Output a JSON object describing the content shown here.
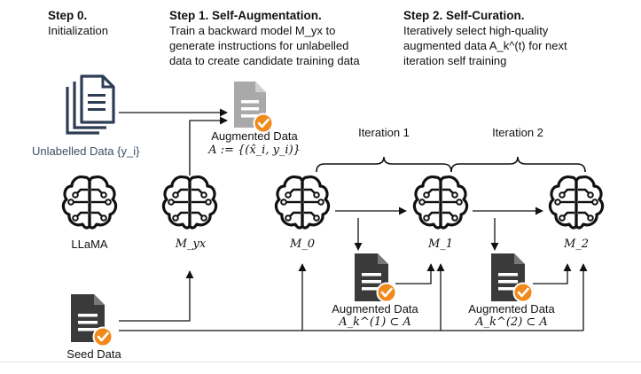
{
  "steps": [
    {
      "title": "Step 0.",
      "desc": [
        "Initialization"
      ]
    },
    {
      "title": "Step 1. Self-Augmentation.",
      "desc": [
        "Train a backward model M_yx to",
        "generate instructions for unlabelled",
        "data to create candidate training data"
      ]
    },
    {
      "title": "Step 2. Self-Curation.",
      "desc": [
        "Iteratively select high-quality",
        "augmented data A_k^(t) for next",
        "iteration self training"
      ]
    }
  ],
  "labels": {
    "unlabelled": "Unlabelled Data {y_i}",
    "augmented_top": "Augmented Data",
    "augmented_top_formula": "A := {(x̂_i, y_i)}",
    "llama": "LLaMA",
    "m_yx": "M_yx",
    "m0": "M_0",
    "m1": "M_1",
    "m2": "M_2",
    "iter1": "Iteration 1",
    "iter2": "Iteration 2",
    "aug1": "Augmented Data",
    "aug1_formula": "A_k^(1) ⊂ A",
    "aug2": "Augmented Data",
    "aug2_formula": "A_k^(2) ⊂ A",
    "seed": "Seed Data"
  },
  "colors": {
    "check_orange": "#f08a1c",
    "doc_dark": "#3a3a3a",
    "doc_light": "#a9a9a9",
    "unlabelled_blue": "#2e3d55"
  },
  "icons": [
    "brain-circuit-icon",
    "document-icon",
    "stacked-documents-icon",
    "checkmark-badge-icon"
  ]
}
